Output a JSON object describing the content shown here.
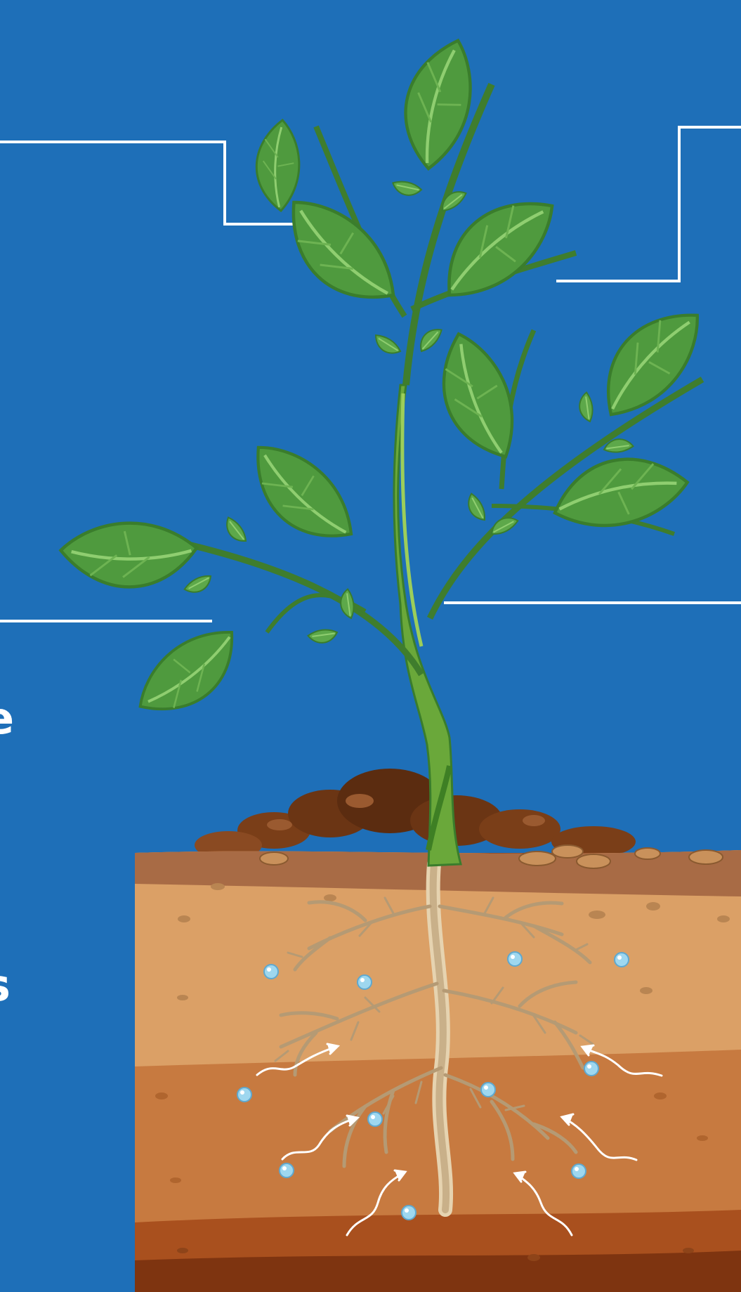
{
  "labels": {
    "cut_text_1": "e",
    "cut_text_2": "s"
  },
  "colors": {
    "background": "#1e6fb8",
    "leader_line": "#ffffff",
    "leaf": "#4f9a3e",
    "leaf_light": "#7dbf5c",
    "stem": "#6aa83a",
    "root": "#c9b089",
    "water": "#9ed7ef",
    "soil_top": "#a86b45",
    "soil_1": "#dba066",
    "soil_2": "#c77a40",
    "soil_3": "#a9501e",
    "soil_4": "#7e3410"
  },
  "icons": {
    "plant": "plant-illustration",
    "water_drop": "water-droplet-icon",
    "absorption_arrow": "absorption-arrow-icon"
  }
}
